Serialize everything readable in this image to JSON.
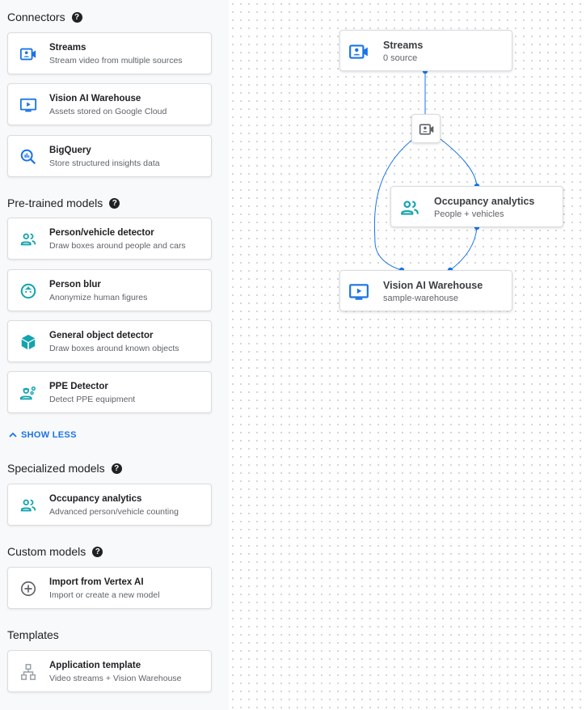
{
  "sidebar": {
    "sections": [
      {
        "title": "Connectors",
        "help": "?"
      },
      {
        "title": "Pre-trained models",
        "help": "?"
      },
      {
        "title": "Specialized models",
        "help": "?"
      },
      {
        "title": "Custom models",
        "help": "?"
      },
      {
        "title": "Templates"
      }
    ],
    "connectors": [
      {
        "title": "Streams",
        "subtitle": "Stream video from multiple sources",
        "icon": "video-camera-icon"
      },
      {
        "title": "Vision AI Warehouse",
        "subtitle": "Assets stored on Google Cloud",
        "icon": "monitor-play-icon"
      },
      {
        "title": "BigQuery",
        "subtitle": "Store structured insights data",
        "icon": "bigquery-icon"
      }
    ],
    "pretrained": [
      {
        "title": "Person/vehicle detector",
        "subtitle": "Draw boxes around people and cars",
        "icon": "people-icon"
      },
      {
        "title": "Person blur",
        "subtitle": "Anonymize human figures",
        "icon": "face-icon"
      },
      {
        "title": "General object detector",
        "subtitle": "Draw boxes around known objects",
        "icon": "cube-icon"
      },
      {
        "title": "PPE Detector",
        "subtitle": "Detect PPE equipment",
        "icon": "ppe-icon"
      }
    ],
    "show_less": "SHOW LESS",
    "specialized": [
      {
        "title": "Occupancy analytics",
        "subtitle": "Advanced person/vehicle counting",
        "icon": "people-icon"
      }
    ],
    "custom": [
      {
        "title": "Import from Vertex AI",
        "subtitle": "Import or create a new model",
        "icon": "add-circle-icon"
      }
    ],
    "templates": [
      {
        "title": "Application template",
        "subtitle": "Video streams + Vision Warehouse",
        "icon": "hierarchy-icon"
      }
    ]
  },
  "graph": {
    "nodes": [
      {
        "title": "Streams",
        "subtitle": "0 source"
      },
      {
        "title": "Occupancy analytics",
        "subtitle": "People + vehicles"
      },
      {
        "title": "Vision AI Warehouse",
        "subtitle": "sample-warehouse"
      }
    ],
    "edge_color": "#1a73e8"
  },
  "colors": {
    "blue": "#1a73e8",
    "teal": "#12a4af",
    "gray": "#5f6368"
  }
}
